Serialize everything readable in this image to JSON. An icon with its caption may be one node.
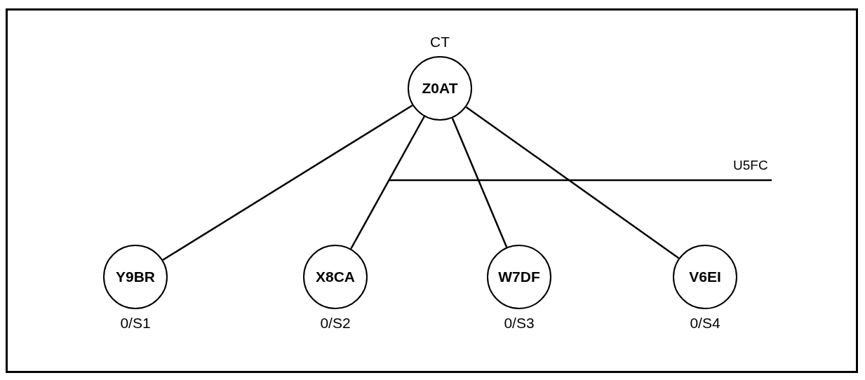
{
  "diagram": {
    "nodes": [
      {
        "text": [
          "Z0AT"
        ],
        "beside": [
          "CT"
        ]
      },
      {
        "text": [
          "Y9BR"
        ],
        "beside": [
          "0/S1"
        ]
      },
      {
        "text": [
          "X8CA"
        ],
        "beside": [
          "0/S2"
        ]
      },
      {
        "text": [
          "W7DF"
        ],
        "beside": [
          "0/S3"
        ]
      },
      {
        "text": [
          "V6EI"
        ],
        "beside": [
          "0/S4"
        ]
      }
    ],
    "edges": [
      {
        "from": 0,
        "to": 1,
        "arrow": "none"
      },
      {
        "from": 0,
        "to": 2,
        "arrow": "none"
      },
      {
        "from": 0,
        "to": 3,
        "arrow": "none"
      },
      {
        "from": 0,
        "to": 4,
        "arrow": "none"
      }
    ],
    "labels": [
      "U5FC"
    ]
  }
}
